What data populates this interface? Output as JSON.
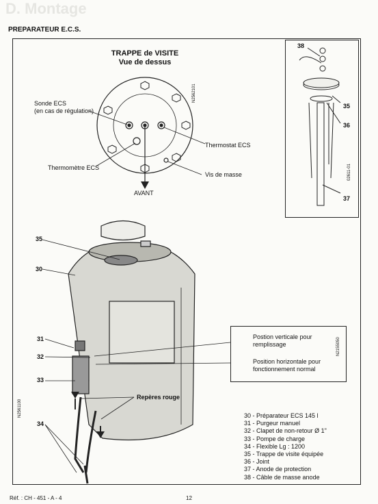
{
  "page": {
    "section_title": "D. Montage",
    "heading": "PREPARATEUR E.C.S.",
    "footer_ref": "Réf. : CH - 451 - A - 4",
    "page_number": "12"
  },
  "top_view": {
    "title_line1": "TRAPPE de VISITE",
    "title_line2": "Vue de dessus",
    "code": "N2562101",
    "labels": {
      "sonde_line1": "Sonde ECS",
      "sonde_line2": "(en cas de régulation)",
      "thermostat": "Thermostat ECS",
      "thermometre": "Thermomètre ECS",
      "vis": "Vis de masse",
      "avant": "AVANT"
    }
  },
  "inset": {
    "code": "02611-01",
    "callouts": [
      "38",
      "35",
      "36",
      "37"
    ]
  },
  "main": {
    "code_left": "N2561100",
    "callouts": [
      "35",
      "30",
      "31",
      "32",
      "33",
      "34"
    ],
    "reperes": "Repères rouge"
  },
  "legend": {
    "code": "N2155050",
    "vertical_line1": "Postion verticale pour",
    "vertical_line2": "remplissage",
    "horizontal_line1": "Position horizontale pour",
    "horizontal_line2": "fonctionnement normal"
  },
  "parts_list": [
    {
      "num": "30",
      "label": "Préparateur ECS 145 l"
    },
    {
      "num": "31",
      "label": "Purgeur manuel"
    },
    {
      "num": "32",
      "label": "Clapet de non-retour Ø 1\""
    },
    {
      "num": "33",
      "label": "Pompe de charge"
    },
    {
      "num": "34",
      "label": "Flexible Lg : 1200"
    },
    {
      "num": "35",
      "label": "Trappe de visite équipée"
    },
    {
      "num": "36",
      "label": "Joint"
    },
    {
      "num": "37",
      "label": "Anode de protection"
    },
    {
      "num": "38",
      "label": "Câble de masse anode"
    }
  ]
}
